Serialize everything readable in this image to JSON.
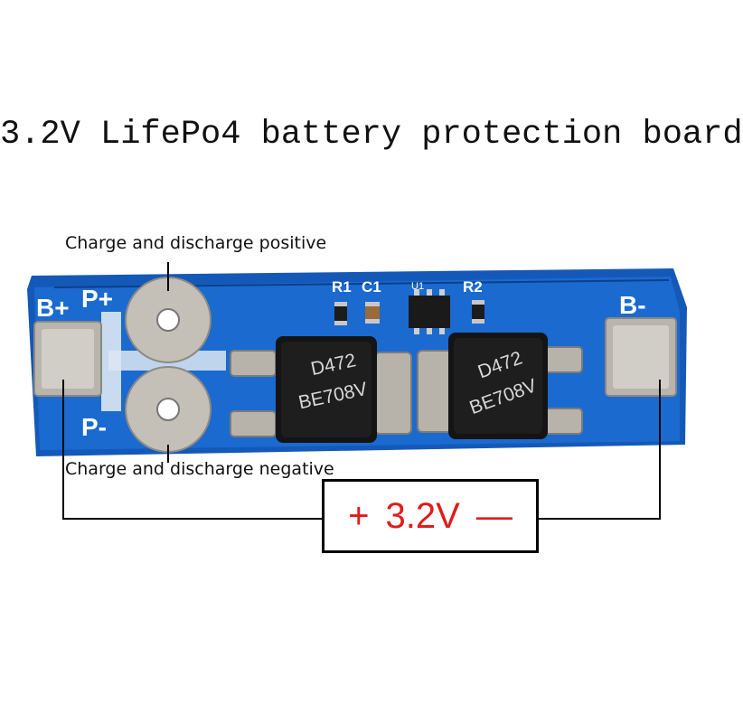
{
  "title": "3.2V LifePo4 battery protection board",
  "callouts": {
    "positive": "Charge and discharge positive",
    "negative": "Charge and discharge negative"
  },
  "board": {
    "pad_labels": {
      "b_plus": "B+",
      "p_plus": "P+",
      "p_minus": "P-",
      "b_minus": "B-"
    },
    "component_labels": {
      "r1": "R1",
      "c1": "C1",
      "u1": "U1",
      "r2": "R2"
    },
    "chips": [
      {
        "line1": "D472",
        "line2": "BE708V"
      },
      {
        "line1": "D472",
        "line2": "BE708V"
      }
    ],
    "colors": {
      "pcb": "#1565c4",
      "pad": "#c9c6bf",
      "chip": "#141414"
    }
  },
  "voltage": {
    "plus": "+",
    "value": "3.2V",
    "minus": "—",
    "color": "#e11b1b"
  }
}
